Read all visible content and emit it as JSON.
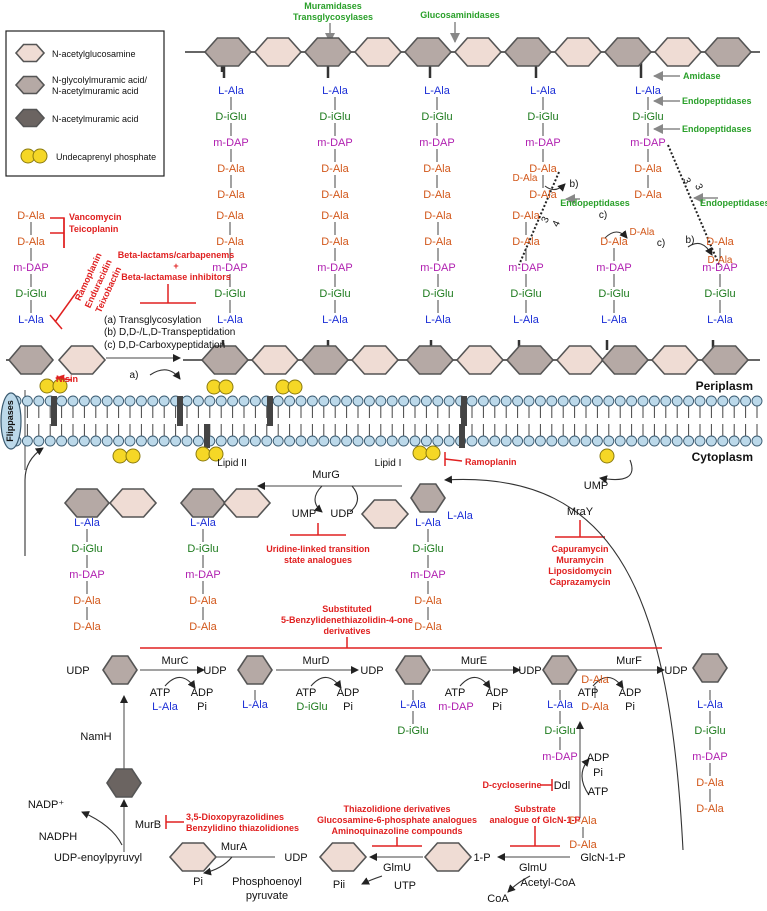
{
  "colors": {
    "nag": "#efdcd4",
    "nam": "#b5a9a5",
    "namd": "#6b6461",
    "lipid": "#f5d726",
    "membrane": "#bcd9ea",
    "red": "#e02020",
    "green": "#2aa02a",
    "ala": "#1c2fd6",
    "glu": "#1c7a1c",
    "dap": "#b01fb0",
    "dala": "#d2571a"
  },
  "legend": {
    "nag": "N-acetylglucosamine",
    "nam1": "N-glycolylmuramic acid/",
    "nam2": "N-acetylmuramic acid",
    "namd": "N-acetylmuramic acid",
    "lipid": "Undecaprenyl phosphate"
  },
  "aa": {
    "lala": "L-Ala",
    "diglu": "D-iGlu",
    "mdap": "m-DAP",
    "dala": "D-Ala"
  },
  "enzymes_top": {
    "muramidases": "Muramidases",
    "transglycosylases": "Transglycosylases",
    "glucosaminidases": "Glucosaminidases",
    "amidase": "Amidase",
    "endopep1": "Endopeptidases",
    "endopep2": "Endopeptidases",
    "endopep3": "Endopeptidases",
    "endopep4": "Endopeptidases"
  },
  "antibiotics": {
    "vanco": "Vancomycin",
    "teico": "Teicoplanin",
    "ramo1": "Ramoplanin",
    "endu": "Enduracidin",
    "teix": "Teixobactin",
    "beta1": "Beta-lactams/carbapenems",
    "beta2": "+",
    "beta3": "Beta-lactamase inhibitors",
    "nisin": "Nisin",
    "ramo2": "Ramoplanin",
    "uri1": "Uridine-linked transition",
    "uri2": "state analogues",
    "cap1": "Capuramycin",
    "cap2": "Muramycin",
    "cap3": "Liposidomycin",
    "cap4": "Caprazamycin",
    "benz1": "Substituted",
    "benz2": "5-Benzylidenethiazolidin-4-one",
    "benz3": "derivatives",
    "dcyc": "D-cycloserine",
    "murb1": "3,5-Dioxopyrazolidines",
    "murb2": "Benzylidino thiazolidiones",
    "thia1": "Thiazolidione derivatives",
    "thia2": "Glucosamine-6-phosphate analogues",
    "thia3": "Aminoquinazoline compounds",
    "sub1": "Substrate",
    "sub2": "analogue of GlcN-1-P"
  },
  "reactions": {
    "a": "(a) Transglycosylation",
    "b": "(b) D,D-/L,D-Transpeptidation",
    "c": "(c) D,D-Carboxypeptidation"
  },
  "labels": {
    "periplasm": "Periplasm",
    "cytoplasm": "Cytoplasm",
    "flippases": "Flippases",
    "lipid2": "Lipid II",
    "lipid1": "Lipid I",
    "murg": "MurG",
    "ump1": "UMP",
    "udp1": "UDP",
    "ump2": "UMP",
    "mray": "MraY",
    "a_arrow": "a)",
    "b1": "b)",
    "b2": "b)",
    "c1": "c)",
    "n3a": "3",
    "n4": "4",
    "n3b": "3",
    "n3c": "3"
  },
  "pathway": {
    "udp": "UDP",
    "murc": "MurC",
    "murd": "MurD",
    "mure": "MurE",
    "murf": "MurF",
    "atp": "ATP",
    "adp": "ADP",
    "pi": "Pi",
    "namh": "NamH",
    "nadp": "NADP⁺",
    "nadph": "NADPH",
    "murb": "MurB",
    "udpenol": "UDP-enoylpyruvyl",
    "mura": "MurA",
    "pep1": "Phosphoenoyl",
    "pep2": "pyruvate",
    "glmu": "GlmU",
    "utp": "UTP",
    "pii": "Pii",
    "onep": "1-P",
    "glcn1p": "GlcN-1-P",
    "acetylcoa": "Acetyl-CoA",
    "coa": "CoA",
    "ddl": "Ddl"
  }
}
